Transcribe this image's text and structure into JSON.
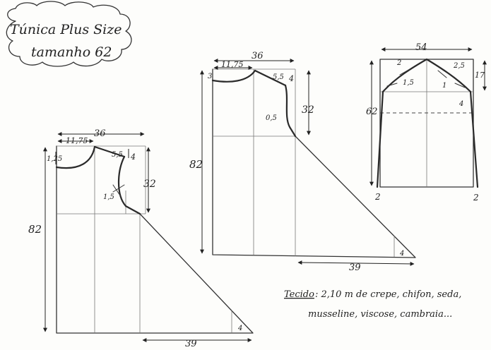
{
  "title": {
    "line1": "Túnica Plus Size",
    "line2": "tamanho 62"
  },
  "pattern_left": {
    "width": "36",
    "neck_width": "11,75",
    "neck_depth": "1,25",
    "shoulder": "5,5",
    "shoulder_drop": "4",
    "armhole_depth": "32",
    "armhole_curve": "1,5",
    "length": "82",
    "flare": "39",
    "hem_rise": "4"
  },
  "pattern_middle": {
    "width": "36",
    "neck_width": "11,75",
    "neck_depth": "3",
    "shoulder": "5,5",
    "shoulder_drop": "4",
    "armhole_depth": "32",
    "armhole_curve": "0,5",
    "length": "82",
    "flare": "39",
    "hem_rise": "4"
  },
  "pattern_right": {
    "width": "54",
    "left_top": "2",
    "right_top": "2,5",
    "left_inner": "1,5",
    "right_inner": "1",
    "side_drop": "17",
    "lower_drop": "4",
    "length": "62",
    "hem_left": "2",
    "hem_right": "2"
  },
  "fabric": {
    "label": "Tecido",
    "line1": ": 2,10 m  de crepe, chifon, seda,",
    "line2": "musseline,  viscose,  cambraia..."
  }
}
